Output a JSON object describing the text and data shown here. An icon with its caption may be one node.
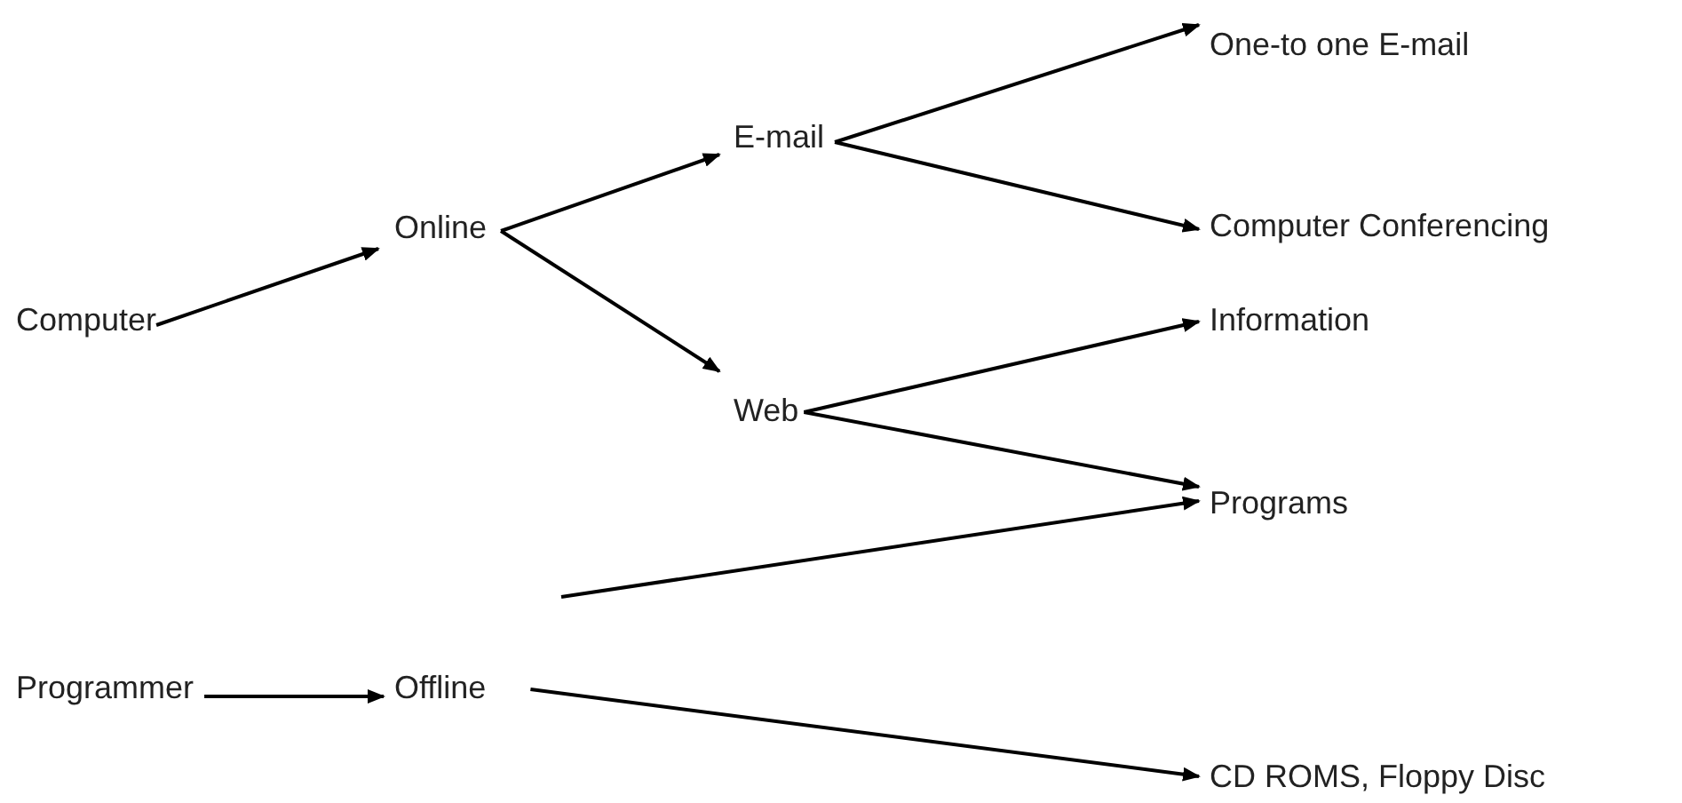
{
  "diagram": {
    "nodes": [
      {
        "text": [
          "Computer"
        ]
      },
      {
        "text": [
          "Online"
        ]
      },
      {
        "text": [
          "E-mail"
        ]
      },
      {
        "text": [
          "Web"
        ]
      },
      {
        "text": [
          "One-to one E-mail"
        ]
      },
      {
        "text": [
          "Computer Conferencing"
        ]
      },
      {
        "text": [
          "Information"
        ]
      },
      {
        "text": [
          "Programs"
        ]
      },
      {
        "text": [
          "Programmer"
        ]
      },
      {
        "text": [
          "Offline"
        ]
      },
      {
        "text": [
          "CD ROMS, Floppy Disc"
        ]
      }
    ],
    "edges": [
      {
        "from": 0,
        "to": 1,
        "arrow": "to"
      },
      {
        "from": 1,
        "to": 2,
        "arrow": "to"
      },
      {
        "from": 1,
        "to": 3,
        "arrow": "to"
      },
      {
        "from": 2,
        "to": 4,
        "arrow": "to"
      },
      {
        "from": 2,
        "to": 5,
        "arrow": "to"
      },
      {
        "from": 3,
        "to": 6,
        "arrow": "to"
      },
      {
        "from": 3,
        "to": 7,
        "arrow": "to"
      },
      {
        "from": null,
        "to": 7,
        "arrow": "to"
      },
      {
        "from": 8,
        "to": 9,
        "arrow": "to"
      },
      {
        "from": 9,
        "to": 10,
        "arrow": "to"
      }
    ]
  }
}
